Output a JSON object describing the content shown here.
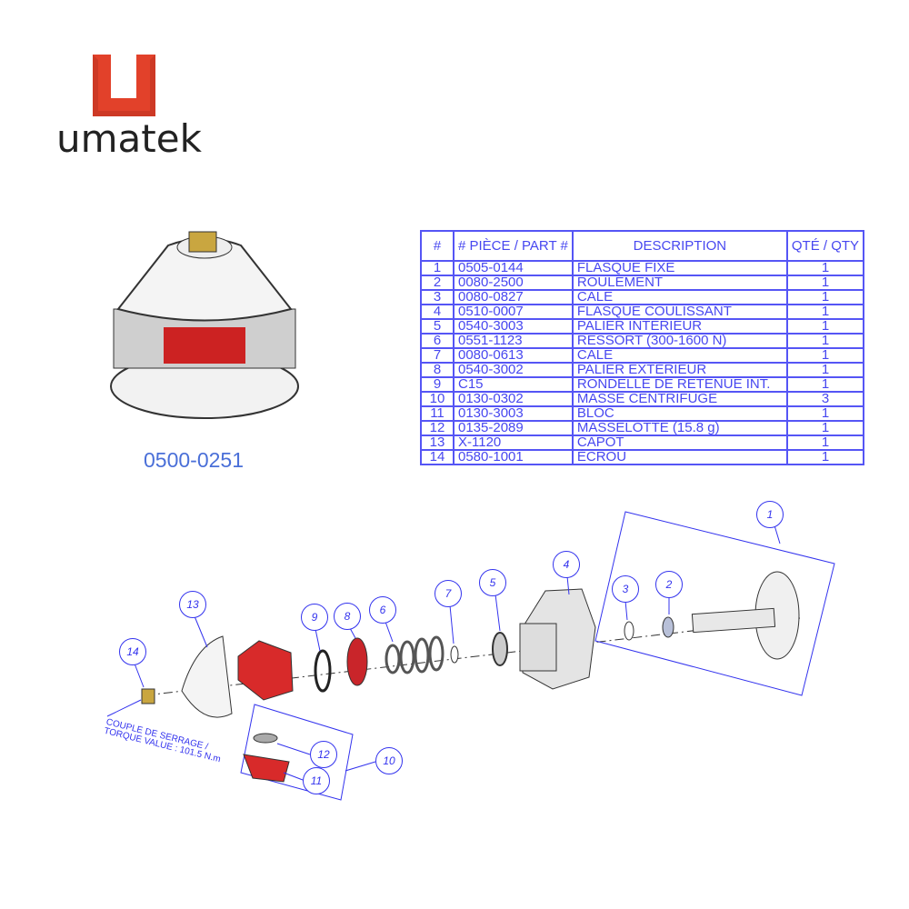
{
  "brand": {
    "name": "umatek",
    "color": "#e2412a"
  },
  "product": {
    "part_number": "0500-0251"
  },
  "bom": {
    "headers": [
      "#",
      "# PIÈCE / PART #",
      "DESCRIPTION",
      "QTÉ / QTY"
    ],
    "rows": [
      [
        "1",
        "0505-0144",
        "FLASQUE FIXE",
        "1"
      ],
      [
        "2",
        "0080-2500",
        "ROULEMENT",
        "1"
      ],
      [
        "3",
        "0080-0827",
        "CALE",
        "1"
      ],
      [
        "4",
        "0510-0007",
        "FLASQUE COULISSANT",
        "1"
      ],
      [
        "5",
        "0540-3003",
        "PALIER INTÉRIEUR",
        "1"
      ],
      [
        "6",
        "0551-1123",
        "RESSORT (300-1600 N)",
        "1"
      ],
      [
        "7",
        "0080-0613",
        "CALE",
        "1"
      ],
      [
        "8",
        "0540-3002",
        "PALIER EXTÉRIEUR",
        "1"
      ],
      [
        "9",
        "C15",
        "RONDELLE DE RETENUE INT.",
        "1"
      ],
      [
        "10",
        "0130-0302",
        "MASSE CENTRIFUGE",
        "3"
      ],
      [
        "11",
        "0130-3003",
        "BLOC",
        "1"
      ],
      [
        "12",
        "0135-2089",
        "MASSELOTTE (15.8 g)",
        "1"
      ],
      [
        "13",
        "X-1120",
        "CAPOT",
        "1"
      ],
      [
        "14",
        "0580-1001",
        "ÉCROU",
        "1"
      ]
    ]
  },
  "torque": {
    "line1": "COUPLE DE SERRAGE /",
    "line2": "TORQUE VALUE : 101.5 N.m"
  },
  "balloons": [
    "1",
    "2",
    "3",
    "4",
    "5",
    "6",
    "7",
    "8",
    "9",
    "10",
    "11",
    "12",
    "13",
    "14"
  ]
}
